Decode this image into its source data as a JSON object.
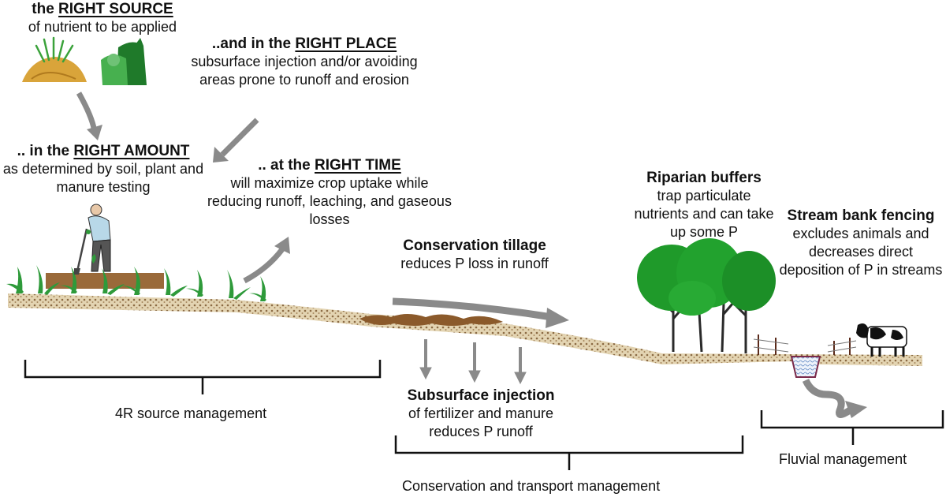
{
  "right_source": {
    "prefix": "the ",
    "keyword": "RIGHT SOURCE",
    "body": "of nutrient to be applied"
  },
  "right_place": {
    "prefix": "..and in the ",
    "keyword": "RIGHT PLACE",
    "body": "subsurface injection and/or avoiding areas prone to runoff and erosion"
  },
  "right_amount": {
    "prefix": ".. in the ",
    "keyword": "RIGHT AMOUNT",
    "body": "as determined by soil, plant and manure testing"
  },
  "right_time": {
    "prefix": ".. at the ",
    "keyword": "RIGHT TIME",
    "body": "will maximize crop uptake while reducing runoff, leaching, and gaseous losses"
  },
  "conservation_tillage": {
    "title": "Conservation tillage",
    "body": "reduces P loss in runoff"
  },
  "riparian_buffers": {
    "title": "Riparian buffers",
    "body": "trap particulate nutrients and can take up some P"
  },
  "stream_bank_fencing": {
    "title": "Stream bank fencing",
    "body": "excludes animals and decreases direct deposition of P in streams"
  },
  "subsurface_injection": {
    "title": "Subsurface injection",
    "body": "of fertilizer and manure reduces P runoff"
  },
  "brackets": {
    "source_management": "4R source management",
    "conservation_transport": "Conservation and transport management",
    "fluvial": "Fluvial management"
  },
  "colors": {
    "soil": "#d9c7a3",
    "soil_dots": "#8b6a43",
    "crop_green": "#2e9a3a",
    "tree_green": "#1f9a2a",
    "arrow_gray": "#8a8a8a",
    "manure_brown": "#8b5a2b",
    "fertilizer_yellow": "#d9a43a",
    "water_blue": "#7fa7d6"
  },
  "icons": [
    "fertilizer-pile-icon",
    "manure-animals-icon",
    "farmer-icon",
    "tree-icon",
    "cow-icon",
    "fence-icon",
    "stream-icon"
  ]
}
